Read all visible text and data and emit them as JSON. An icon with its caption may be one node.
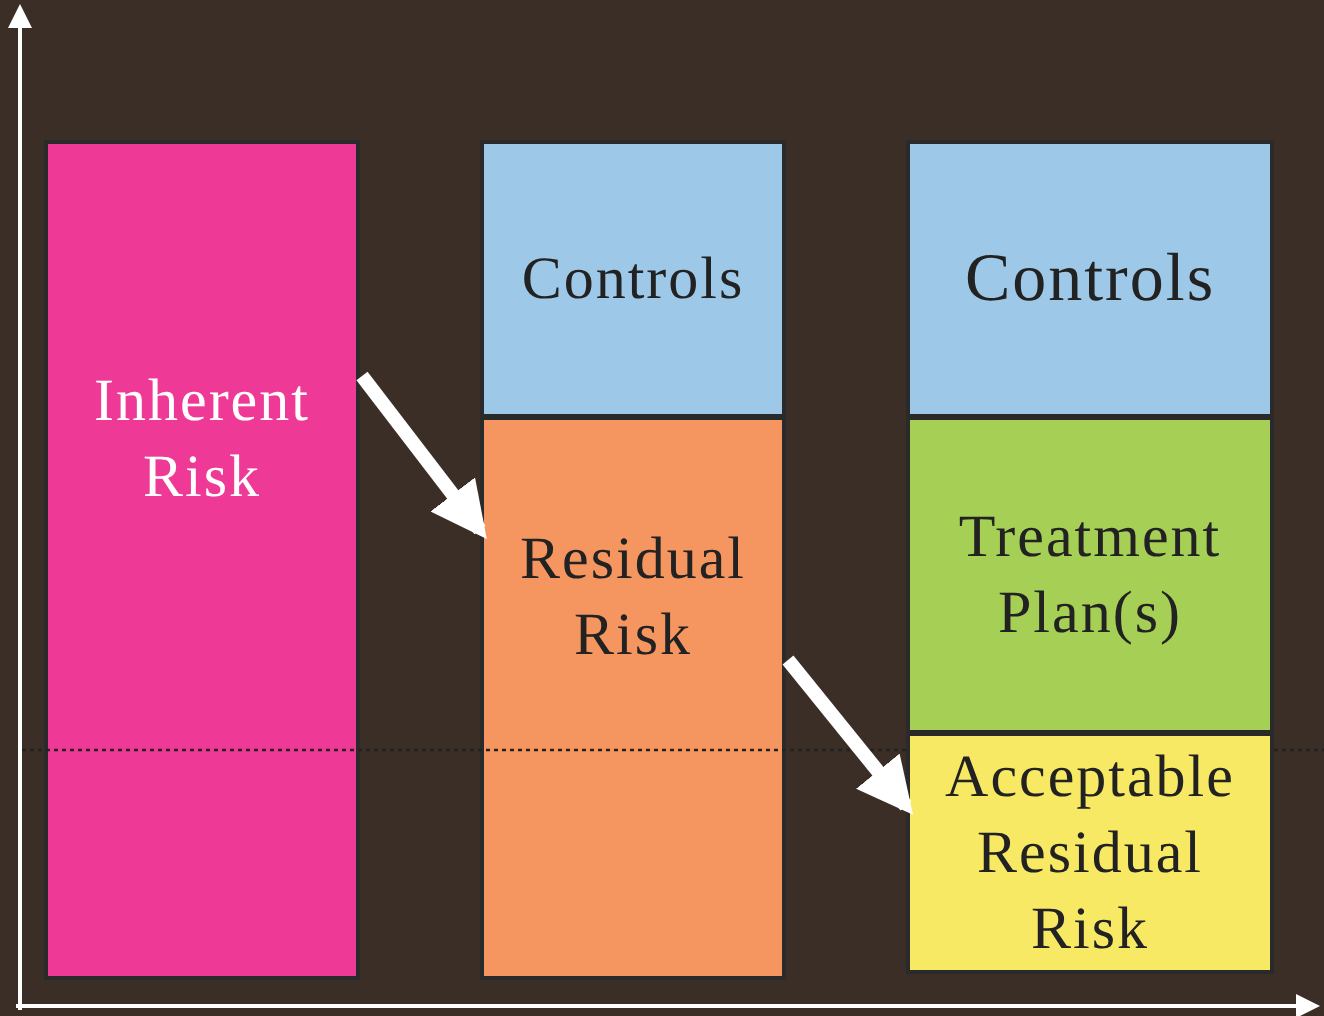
{
  "diagram": {
    "nodes": [
      {
        "text": [
          "Inherent Risk"
        ]
      },
      {
        "text": [
          "Controls"
        ]
      },
      {
        "text": [
          "Residual Risk"
        ]
      },
      {
        "text": [
          "Controls"
        ]
      },
      {
        "text": [
          "Treatment Plan(s)"
        ]
      },
      {
        "text": [
          "Acceptable Residual Risk"
        ]
      }
    ],
    "edges": [
      {
        "from": 0,
        "to": 2,
        "arrow": "to"
      },
      {
        "from": 2,
        "to": 5,
        "arrow": "to"
      }
    ]
  }
}
